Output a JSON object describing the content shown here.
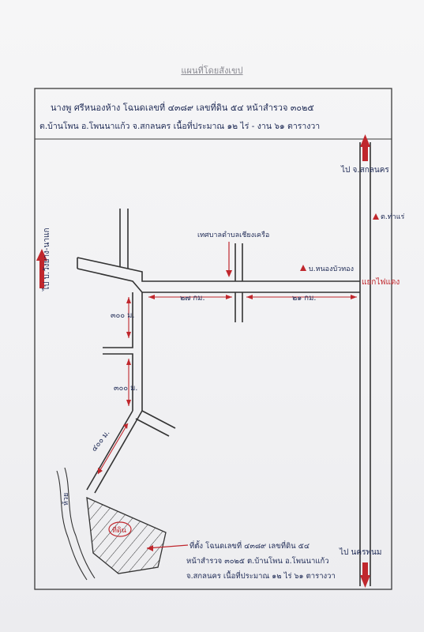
{
  "title": "แผนที่โดยสังเขป",
  "header": {
    "line1": "นางพู  ศรีหนองห้าง   โฉนดเลขที่ ๔๓๘๙  เลขที่ดิน ๕๔  หน้าสำรวจ ๓๐๒๕",
    "line2": "ต.บ้านโพน อ.โพนนาแก้ว จ.สกลนคร   เนื้อที่ประมาณ  ๑๒ ไร่ - งาน  ๖๑ ตารางวา"
  },
  "labels": {
    "to_sakon": "ไป จ.สกลนคร",
    "to_nakhon_phanom": "ไป นครพนม",
    "tha_rae": "ต.ท่าแร่",
    "lang_rot": "แยกไฟแดง",
    "ban_nong_bua_thong": "บ.หนองบัวทอง",
    "municipality": "เทศบาลตำบลเชียงเครือ",
    "to_wangyang": "ไป บ.วังยาง-นาแก",
    "dist_27": "๒๗ กม.",
    "dist_21": "๒๑ กม.",
    "dist_300a": "๓๐๐ ม.",
    "dist_300b": "๓๐๐ ม.",
    "dist_400": "๔๐๐ ม.",
    "stream": "ห้วย",
    "plot_mark": "ที่ดิน",
    "land_note_1": "ที่ตั้ง โฉนดเลขที่ ๔๓๘๙ เลขที่ดิน ๕๔",
    "land_note_2": "หน้าสำรวจ ๓๐๒๕ ต.บ้านโพน อ.โพนนาแก้ว",
    "land_note_3": "จ.สกลนคร  เนื้อที่ประมาณ ๑๒ ไร่ ๖๑ ตารางวา"
  },
  "colors": {
    "ink": "#1e2a55",
    "red": "#c0272d",
    "road": "#333333"
  }
}
